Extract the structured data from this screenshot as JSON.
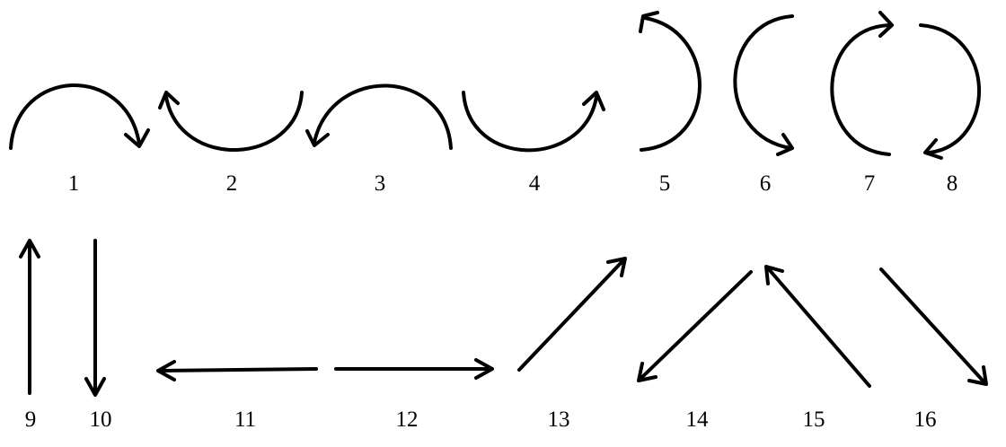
{
  "diagram": {
    "stroke_color": "#000000",
    "background": "#ffffff",
    "arrows": [
      {
        "label": "1",
        "icon": "arc-arrow-clockwise-over-icon"
      },
      {
        "label": "2",
        "icon": "arc-arrow-under-up-left-icon"
      },
      {
        "label": "3",
        "icon": "arc-arrow-counterclockwise-over-icon"
      },
      {
        "label": "4",
        "icon": "arc-arrow-under-up-right-icon"
      },
      {
        "label": "5",
        "icon": "arc-arrow-right-side-up-icon"
      },
      {
        "label": "6",
        "icon": "arc-arrow-left-side-down-icon"
      },
      {
        "label": "7",
        "icon": "arc-arrow-left-side-up-icon"
      },
      {
        "label": "8",
        "icon": "arc-arrow-right-side-down-icon"
      },
      {
        "label": "9",
        "icon": "arrow-up-icon"
      },
      {
        "label": "10",
        "icon": "arrow-down-icon"
      },
      {
        "label": "11",
        "icon": "arrow-left-icon"
      },
      {
        "label": "12",
        "icon": "arrow-right-icon"
      },
      {
        "label": "13",
        "icon": "arrow-up-right-icon"
      },
      {
        "label": "14",
        "icon": "arrow-down-left-icon"
      },
      {
        "label": "15",
        "icon": "arrow-up-left-icon"
      },
      {
        "label": "16",
        "icon": "arrow-down-right-icon"
      }
    ]
  }
}
